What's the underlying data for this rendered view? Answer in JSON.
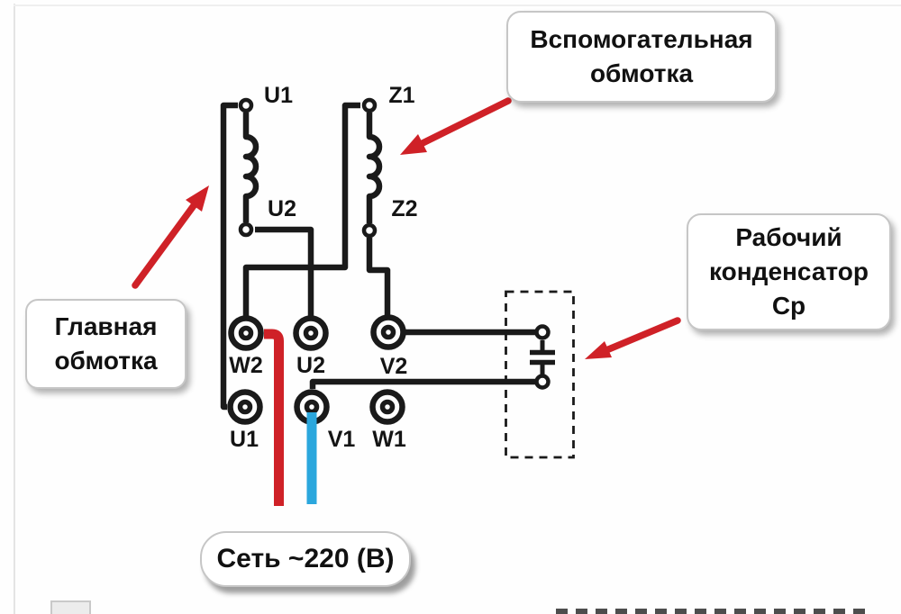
{
  "colors": {
    "line": "#1a1a1a",
    "red": "#cf2127",
    "blue": "#2ba7dd",
    "background": "#ffffff"
  },
  "callouts": {
    "aux_winding": {
      "line1": "Вспомогательная",
      "line2": "обмотка"
    },
    "main_winding": {
      "line1": "Главная",
      "line2": "обмотка"
    },
    "capacitor": {
      "line1": "Рабочий",
      "line2": "конденсатор",
      "line3": "Ср"
    },
    "power": {
      "label": "Сеть ~220 (В)"
    }
  },
  "windings": {
    "main": {
      "top_terminal": "U1",
      "bottom_terminal": "U2"
    },
    "aux": {
      "top_terminal": "Z1",
      "bottom_terminal": "Z2"
    }
  },
  "terminal_block": {
    "top_row": [
      "W2",
      "U2",
      "V2"
    ],
    "bottom_row": [
      "U1",
      "V1",
      "W1"
    ]
  }
}
